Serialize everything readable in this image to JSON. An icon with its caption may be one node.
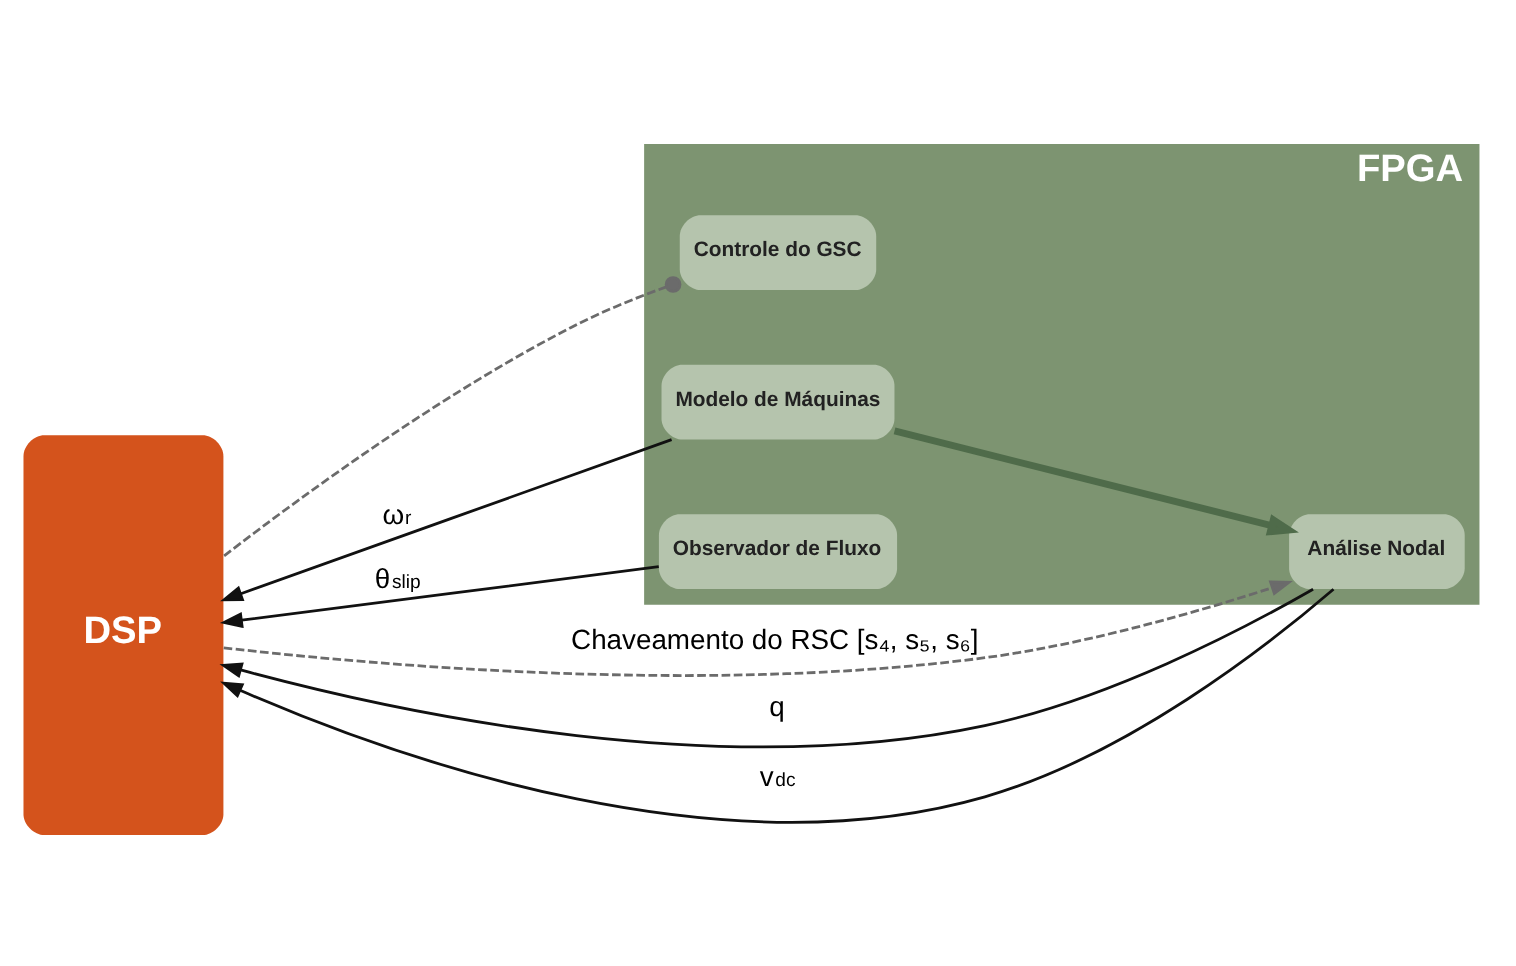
{
  "diagram": {
    "nodes": [
      {
        "text": [
          "FPGA"
        ]
      },
      {
        "text": [
          "DSP"
        ]
      },
      {
        "text": [
          "Análise Nodal"
        ],
        "in": 0
      },
      {
        "text": [
          "Controle do GSC"
        ],
        "in": 0
      },
      {
        "text": [
          "Modelo de Máquinas"
        ],
        "in": 0
      },
      {
        "text": [
          "Observador de Fluxo"
        ],
        "in": 0
      }
    ],
    "edges": [
      {
        "from": 1,
        "to": 2,
        "arrow": "to",
        "label": "Chaveamento do RSC [s₄, s₅, s₆]",
        "style": "dashed",
        "color": "#6b6b6b"
      },
      {
        "from": 1,
        "to": 3,
        "arrow": "other",
        "style": "dashed",
        "color": "#6b6b6b"
      },
      {
        "from": 2,
        "to": 1,
        "arrow": "to",
        "label": "q"
      },
      {
        "from": 2,
        "to": 1,
        "arrow": "to",
        "label": "v$_{dc}$"
      },
      {
        "from": 4,
        "to": 1,
        "arrow": "to",
        "label": "ω$_{r}$"
      },
      {
        "from": 5,
        "to": 1,
        "arrow": "to",
        "label": "θ$_{slip}$"
      },
      {
        "from": 4,
        "to": 2,
        "arrow": "to",
        "style": "thick",
        "color": "#4f6b4a"
      }
    ]
  }
}
